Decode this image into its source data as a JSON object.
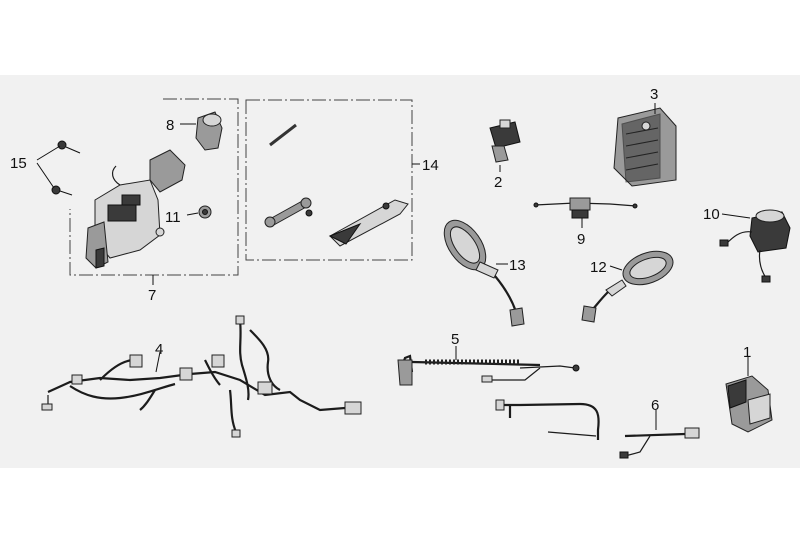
{
  "diagram": {
    "background_color": "#f1f1f1",
    "callouts": [
      {
        "id": "1",
        "text": "1"
      },
      {
        "id": "2",
        "text": "2"
      },
      {
        "id": "3",
        "text": "3"
      },
      {
        "id": "4",
        "text": "4"
      },
      {
        "id": "5",
        "text": "5"
      },
      {
        "id": "6",
        "text": "6"
      },
      {
        "id": "7",
        "text": "7"
      },
      {
        "id": "8",
        "text": "8"
      },
      {
        "id": "9",
        "text": "9"
      },
      {
        "id": "10",
        "text": "10"
      },
      {
        "id": "11",
        "text": "11"
      },
      {
        "id": "12",
        "text": "12"
      },
      {
        "id": "13",
        "text": "13"
      },
      {
        "id": "14",
        "text": "14"
      },
      {
        "id": "15",
        "text": "15"
      }
    ]
  }
}
